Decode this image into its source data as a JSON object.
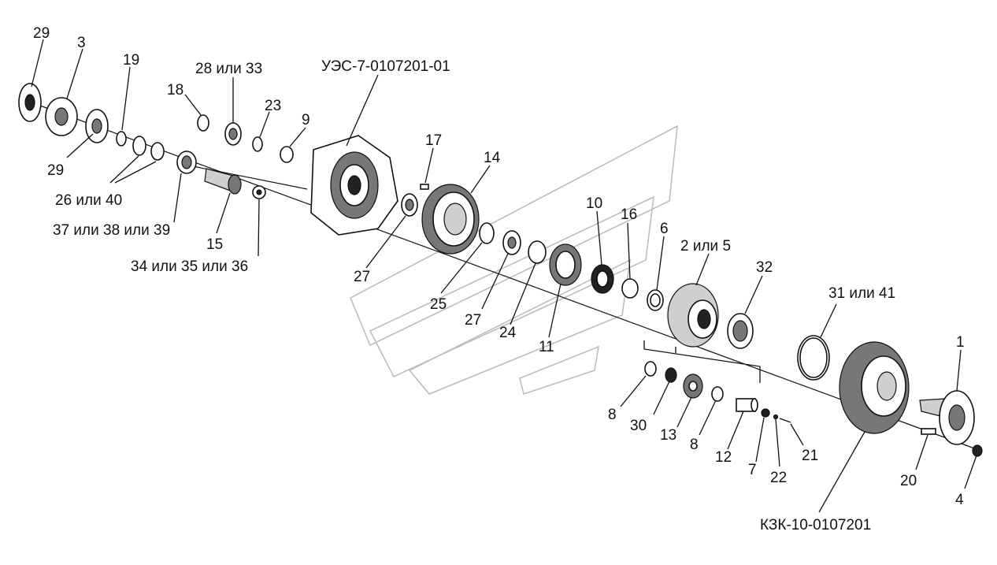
{
  "assembly_labels": {
    "top": "УЭС-7-0107201-01",
    "bottom": "КЗК-10-0107201"
  },
  "part_labels": {
    "p29a": "29",
    "p3": "3",
    "p19": "19",
    "p29b": "29",
    "p26_40": "26 или 40",
    "p37_38_39": "37 или 38 или 39",
    "p18": "18",
    "p28_33": "28 или 33",
    "p23": "23",
    "p9": "9",
    "p15": "15",
    "p34_35_36": "34 или 35 или 36",
    "p17": "17",
    "p14": "14",
    "p27a": "27",
    "p25": "25",
    "p27b": "27",
    "p24": "24",
    "p11": "11",
    "p10": "10",
    "p16": "16",
    "p6": "6",
    "p2_5": "2 или 5",
    "p32": "32",
    "p31_41": "31 или 41",
    "p1": "1",
    "p8a": "8",
    "p30": "30",
    "p13": "13",
    "p8b": "8",
    "p12": "12",
    "p7": "7",
    "p22": "22",
    "p21": "21",
    "p20": "20",
    "p4": "4"
  }
}
